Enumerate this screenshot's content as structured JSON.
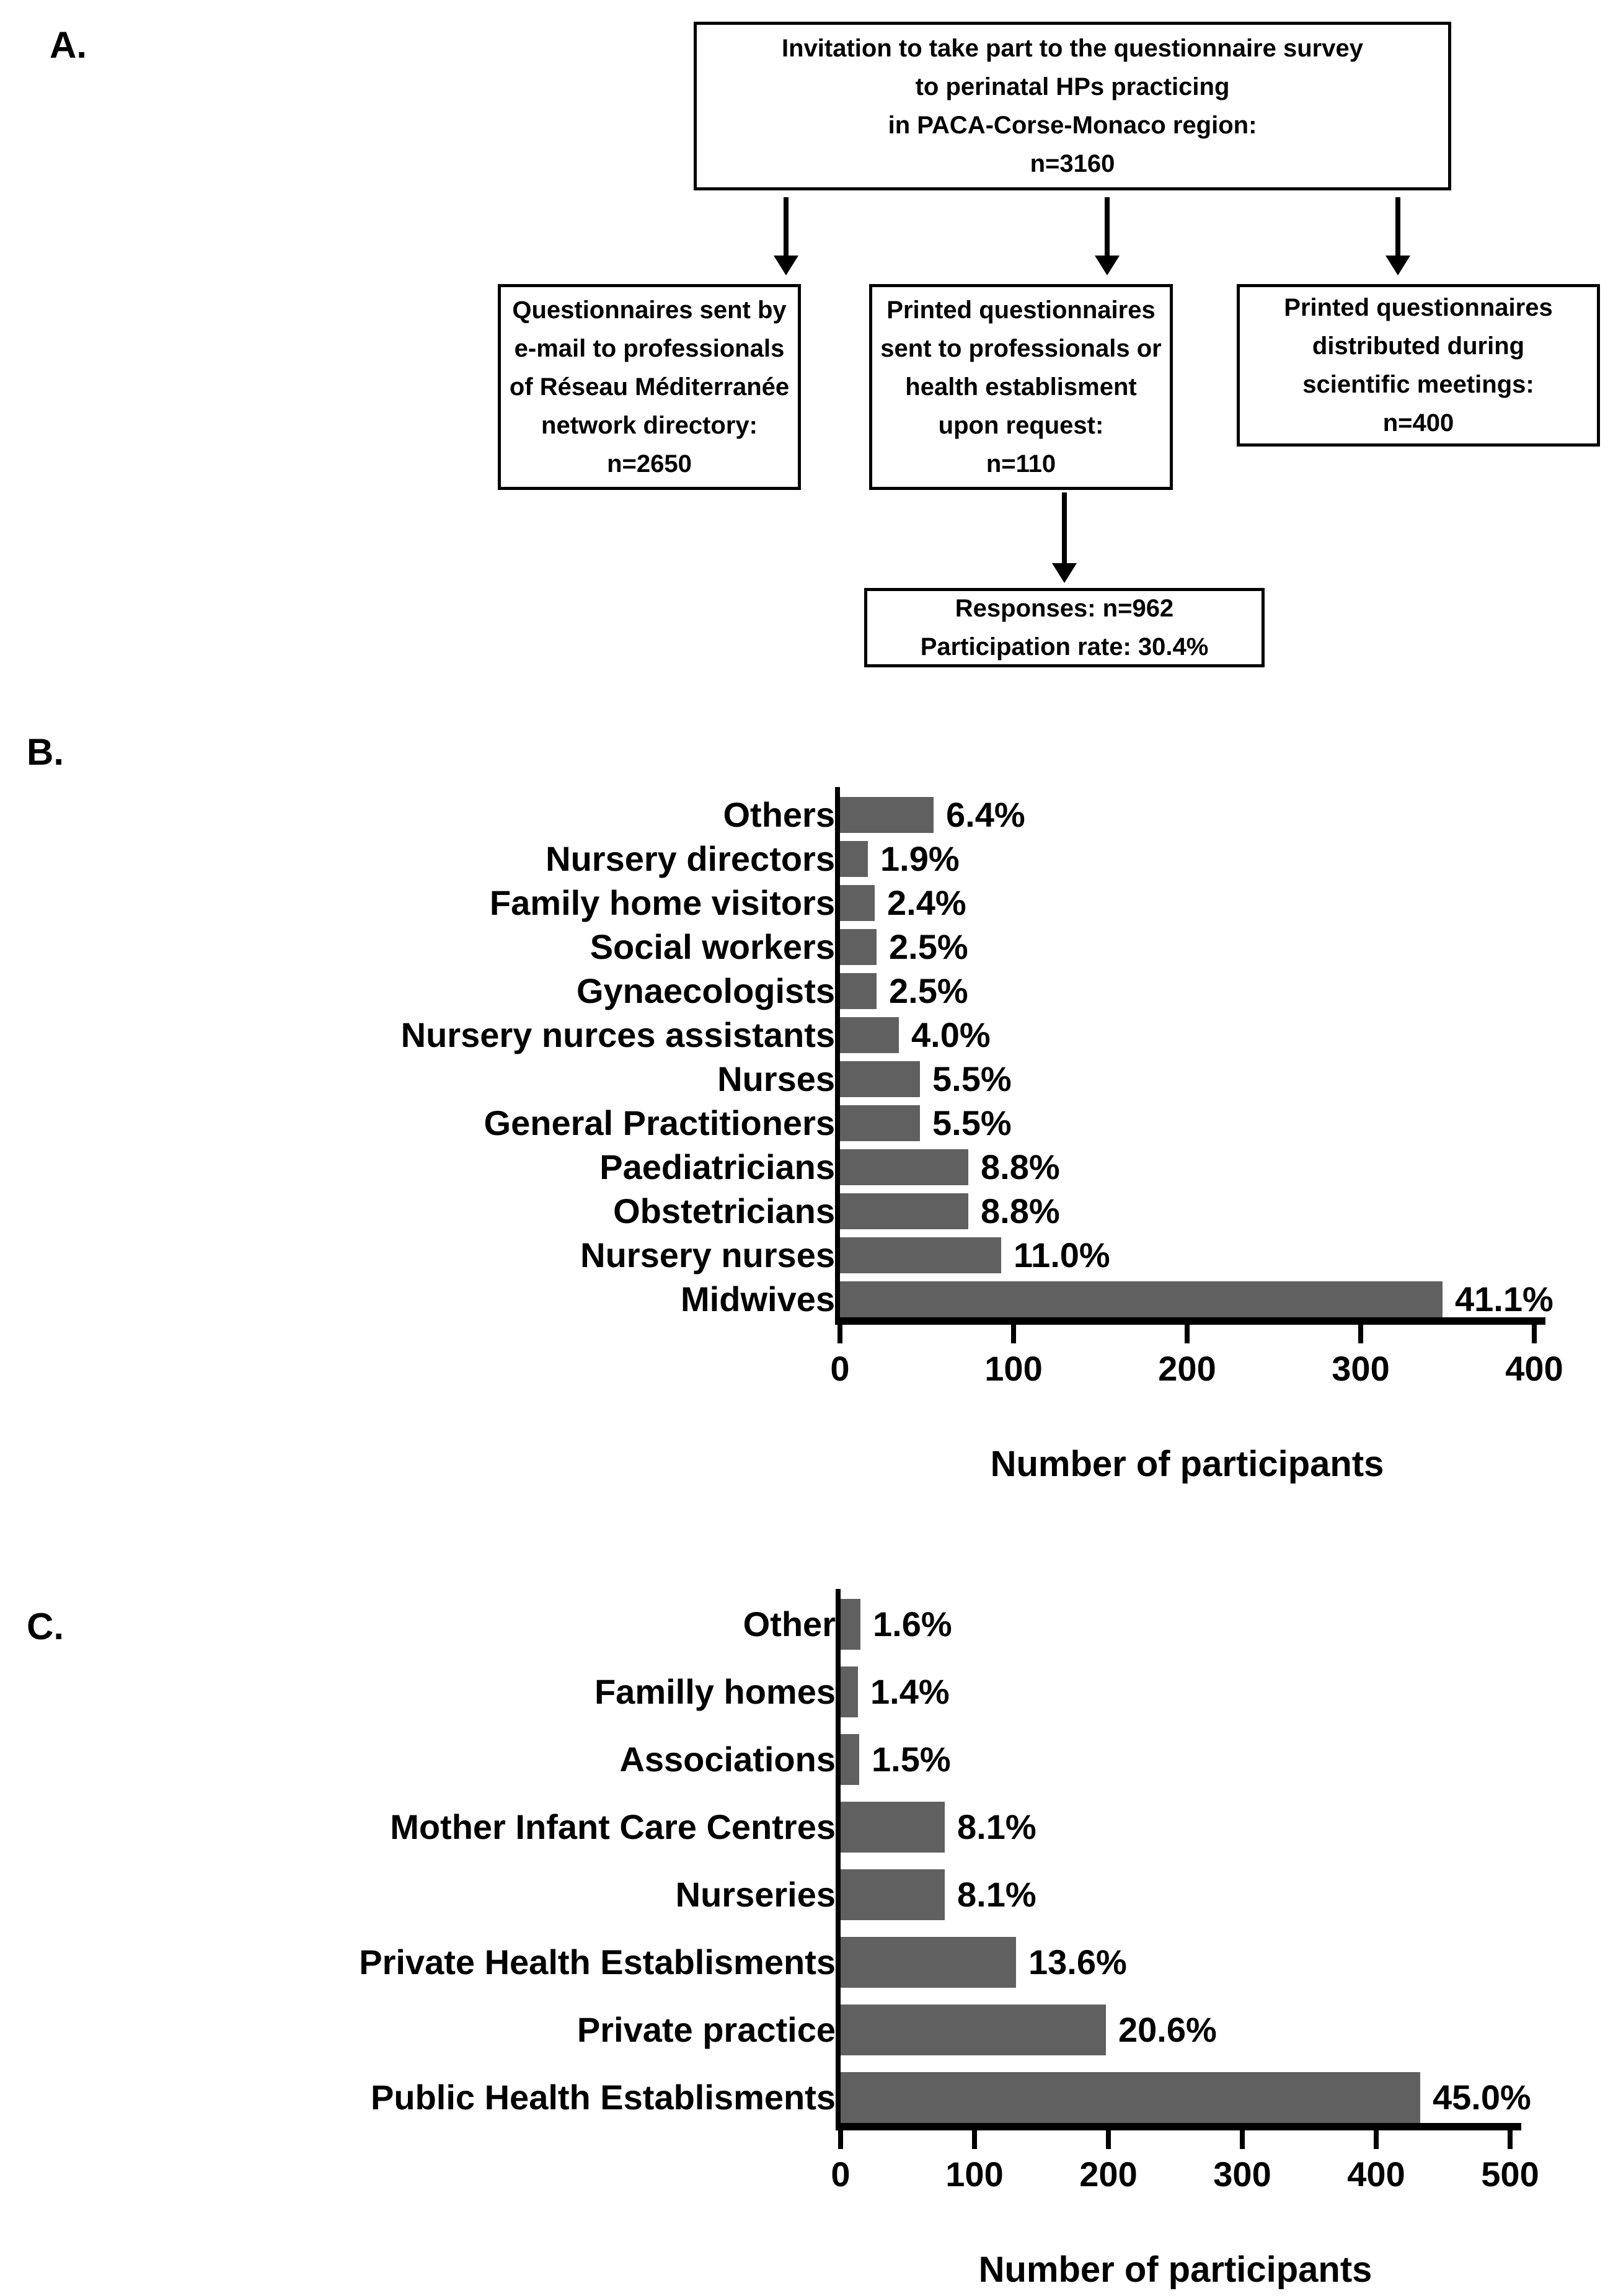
{
  "figure": {
    "background": "#ffffff",
    "text_color": "#000000",
    "bar_color": "#606060"
  },
  "panel_a": {
    "label": "A.",
    "invitation_box": {
      "lines": [
        "Invitation to take part to the questionnaire survey",
        "to perinatal HPs  practicing",
        "in PACA-Corse-Monaco region:",
        "n=3160"
      ]
    },
    "email_box": {
      "lines": [
        "Questionnaires sent by",
        "e-mail to professionals",
        "of Réseau Méditerranée",
        "network directory:",
        "n=2650"
      ]
    },
    "printed_request_box": {
      "lines": [
        "Printed questionnaires",
        "sent to professionals or",
        "health establisment",
        "upon request:",
        "n=110"
      ]
    },
    "printed_meetings_box": {
      "lines": [
        "Printed questionnaires",
        "distributed during",
        "scientific meetings:",
        "n=400"
      ]
    },
    "responses_box": {
      "lines": [
        "Responses: n=962",
        "Participation rate: 30.4%"
      ]
    }
  },
  "panel_b": {
    "label": "B."
  },
  "panel_c": {
    "label": "C."
  },
  "chart_data": [
    {
      "type": "bar",
      "orientation": "horizontal",
      "panel": "B",
      "title": "",
      "xlabel": "Number of participants",
      "ylabel": "",
      "xlim": [
        0,
        400
      ],
      "xticks": [
        0,
        100,
        200,
        300,
        400
      ],
      "xtick_labels": [
        "0",
        "100",
        "200",
        "300",
        "400"
      ],
      "grid": false,
      "legend": "none",
      "bar_color": "#606060",
      "categories": [
        "Others",
        "Nursery directors",
        "Family home visitors",
        "Social workers",
        "Gynaecologists",
        "Nursery nurces assistants",
        "Nurses",
        "General Practitioners",
        "Paediatricians",
        "Obstetricians",
        "Nursery nurses",
        "Midwives"
      ],
      "percent_labels": [
        "6.4%",
        "1.9%",
        "2.4%",
        "2.5%",
        "2.5%",
        "4.0%",
        "5.5%",
        "5.5%",
        "8.8%",
        "8.8%",
        "11.0%",
        "41.1%"
      ],
      "values_percent": [
        6.4,
        1.9,
        2.4,
        2.5,
        2.5,
        4.0,
        5.5,
        5.5,
        8.8,
        8.8,
        11.0,
        41.1
      ],
      "values_participants_approx": [
        54,
        16,
        20,
        21,
        21,
        34,
        46,
        46,
        74,
        74,
        93,
        347
      ]
    },
    {
      "type": "bar",
      "orientation": "horizontal",
      "panel": "C",
      "title": "",
      "xlabel": "Number of participants",
      "ylabel": "",
      "xlim": [
        0,
        500
      ],
      "xticks": [
        0,
        100,
        200,
        300,
        400,
        500
      ],
      "xtick_labels": [
        "0",
        "100",
        "200",
        "300",
        "400",
        "500"
      ],
      "grid": false,
      "legend": "none",
      "bar_color": "#606060",
      "categories": [
        "Other",
        "Familly homes",
        "Associations",
        "Mother Infant Care Centres",
        "Nurseries",
        "Private Health Establisments",
        "Private practice",
        "Public Health Establisments"
      ],
      "percent_labels": [
        "1.6%",
        "1.4%",
        "1.5%",
        "8.1%",
        "8.1%",
        "13.6%",
        "20.6%",
        "45.0%"
      ],
      "values_percent": [
        1.6,
        1.4,
        1.5,
        8.1,
        8.1,
        13.6,
        20.6,
        45.0
      ],
      "values_participants_approx": [
        15,
        13,
        14,
        78,
        78,
        131,
        198,
        433
      ]
    }
  ]
}
